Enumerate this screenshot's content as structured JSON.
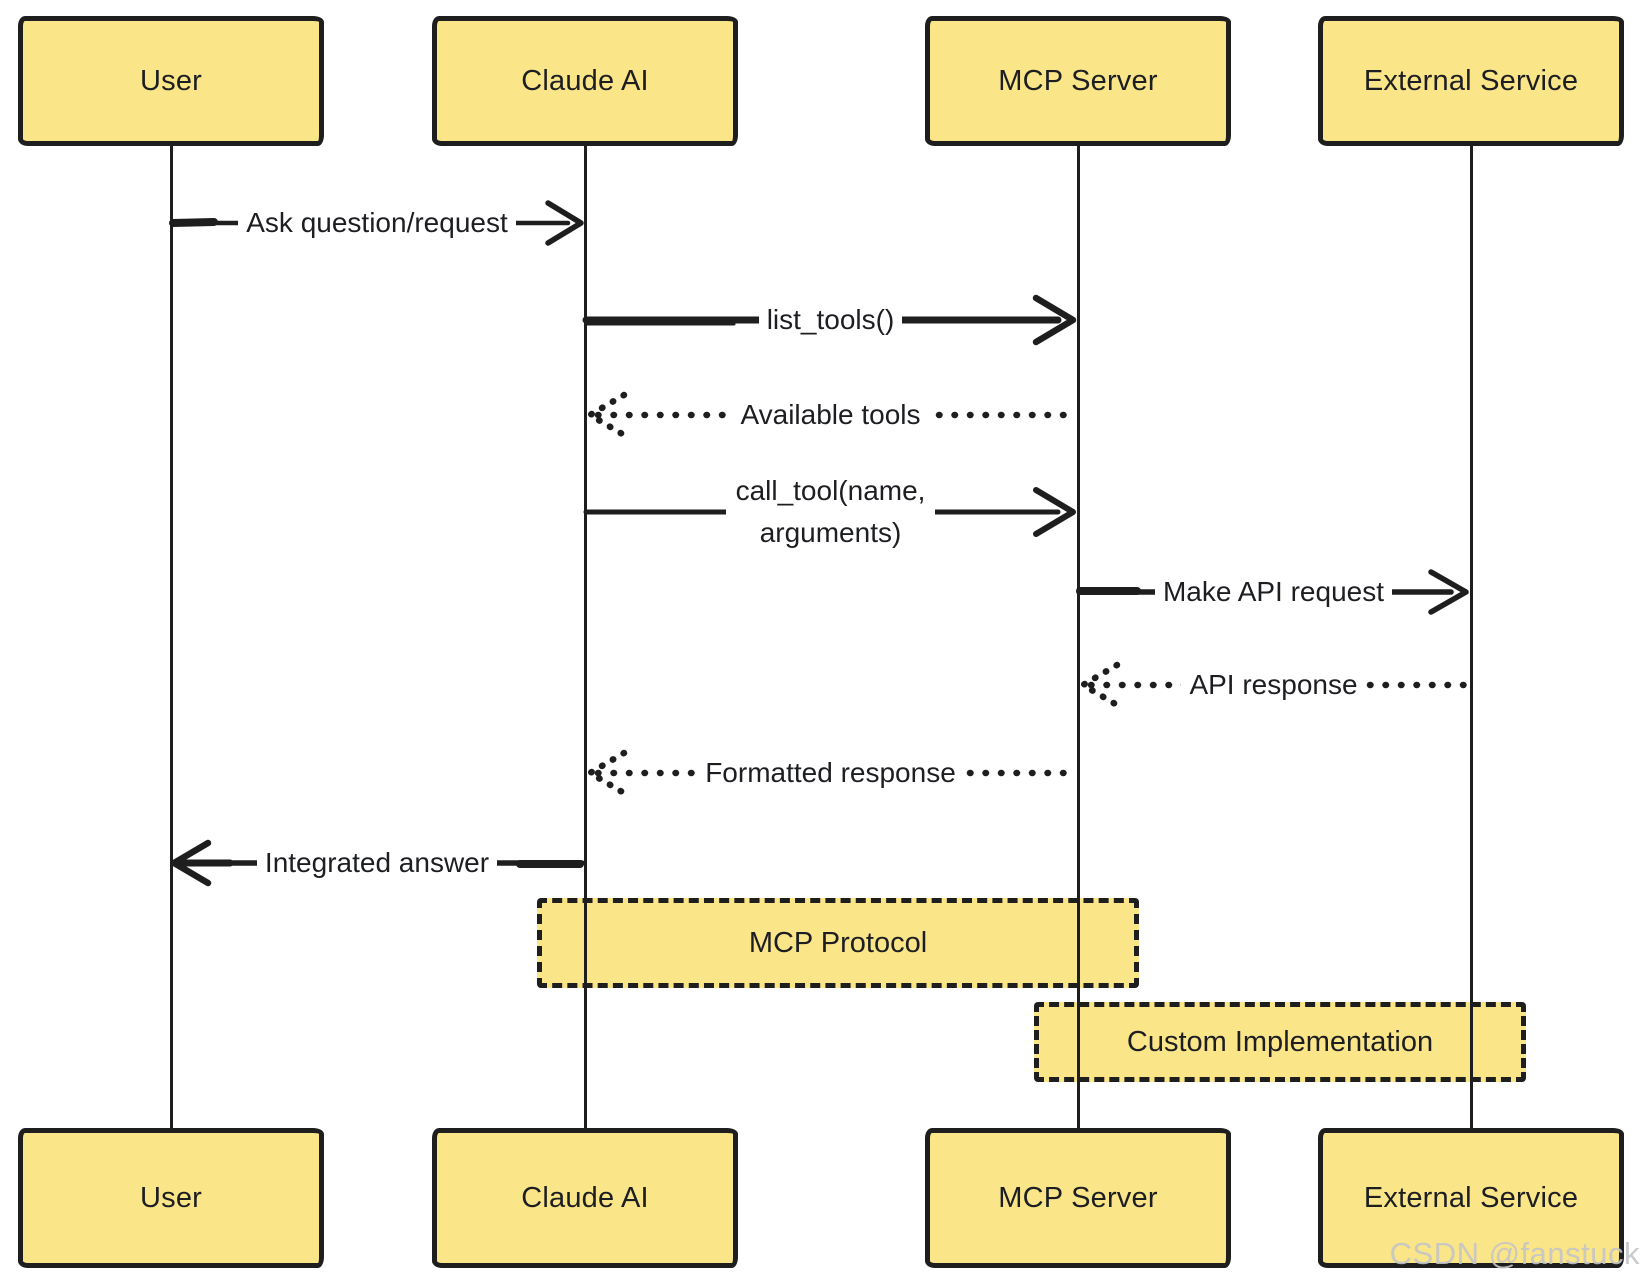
{
  "diagram": {
    "type": "sequence-diagram",
    "style": "hand-drawn",
    "colors": {
      "actor_fill": "#FAE588",
      "stroke": "#1e1e1e",
      "background": "#ffffff",
      "watermark": "#c3c4c8"
    },
    "actors": [
      {
        "id": "user",
        "label": "User"
      },
      {
        "id": "claude",
        "label": "Claude AI"
      },
      {
        "id": "mcp",
        "label": "MCP Server"
      },
      {
        "id": "external",
        "label": "External Service"
      }
    ],
    "messages": [
      {
        "label": "Ask question/request",
        "from": "User",
        "to": "Claude AI",
        "line": "solid"
      },
      {
        "label": "list_tools()",
        "from": "Claude AI",
        "to": "MCP Server",
        "line": "solid"
      },
      {
        "label": "Available tools",
        "from": "MCP Server",
        "to": "Claude AI",
        "line": "dotted"
      },
      {
        "label": "call_tool(name, arguments)",
        "lines": [
          "call_tool(name,",
          "arguments)"
        ],
        "from": "Claude AI",
        "to": "MCP Server",
        "line": "solid"
      },
      {
        "label": "Make API request",
        "from": "MCP Server",
        "to": "External Service",
        "line": "solid"
      },
      {
        "label": "API response",
        "from": "External Service",
        "to": "MCP Server",
        "line": "dotted"
      },
      {
        "label": "Formatted response",
        "from": "MCP Server",
        "to": "Claude AI",
        "line": "dotted"
      },
      {
        "label": "Integrated answer",
        "from": "Claude AI",
        "to": "User",
        "line": "solid"
      }
    ],
    "frames": [
      {
        "label": "MCP Protocol",
        "spans": "Claude AI — MCP Server"
      },
      {
        "label": "Custom Implementation",
        "spans": "MCP Server — External Service"
      }
    ],
    "watermark": "CSDN @fanstuck"
  }
}
